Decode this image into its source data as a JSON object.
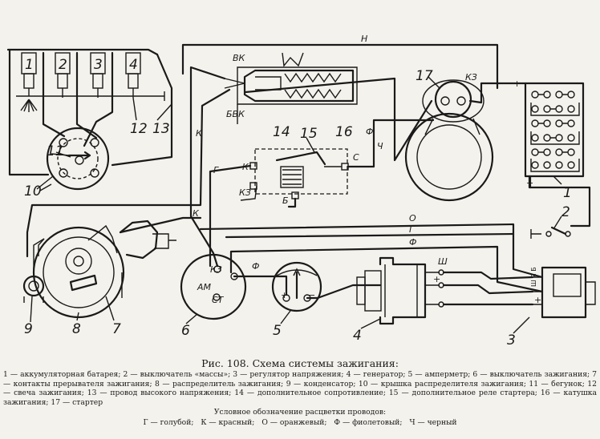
{
  "callouts": {
    "n1": "1",
    "n2": "2",
    "n3": "3",
    "n4": "4",
    "n5": "5",
    "n6": "6",
    "n7": "7",
    "n8": "8",
    "n9": "9",
    "n10": "10",
    "n11": "11",
    "n12": "12",
    "n13": "13",
    "n14": "14",
    "n15": "15",
    "n16": "16",
    "n17": "17"
  },
  "plug_numbers": [
    "1",
    "2",
    "3",
    "4"
  ],
  "wire_labels": {
    "n_top": "Н",
    "vk": "ВК",
    "bvk": "БВК",
    "k_vert": "К",
    "g_vert": "Г",
    "f_mid": "Ф",
    "ch_mid": "Ч",
    "k_switch": "К",
    "kz_switch": "КЗ",
    "c_switch": "С",
    "b_switch": "Б",
    "k_low": "К",
    "o_low": "О",
    "g_low": "Г",
    "f_low": "Ф",
    "f_amm": "Ф",
    "sh_gen": "Ш",
    "kz_starter": "КЗ",
    "kz_amm": "КЗ",
    "am_amm": "АМ",
    "st_amm": "СТ",
    "plus_batt": "+",
    "minus_batt": "−",
    "plus_gen": "+",
    "plus_reg": "+",
    "plus_meter": "+",
    "minus_meter": "−"
  },
  "regulator_terms": "Ш Я Б",
  "caption": {
    "title": "Рис. 108. Схема системы зажигания:",
    "body": "1 — аккумуляторная батарея; 2 — выключатель «массы»; 3 — регулятор напряжения; 4 — генератор; 5 — амперметр; 6 — выключатель зажигания; 7 — контакты прерывателя зажигания; 8 — распределитель зажигания; 9 — конденсатор; 10 — крышка распределителя зажигания; 11 — бегунок; 12 — свеча зажигания; 13 — провод высокого напряжения; 14 — дополнительное сопротивление; 15 — дополнительное реле стартера; 16 — катушка зажигания; 17 — стартер",
    "legend_title": "Условное обозначение расцветки проводов:",
    "legend": [
      "Г — голубой;",
      "К — красный;",
      "О — оранжевый;",
      "Ф — фиолетовый;",
      "Ч — черный"
    ]
  },
  "colors": {
    "ink": "#1a1a1a",
    "paper": "#f4f2ec"
  }
}
